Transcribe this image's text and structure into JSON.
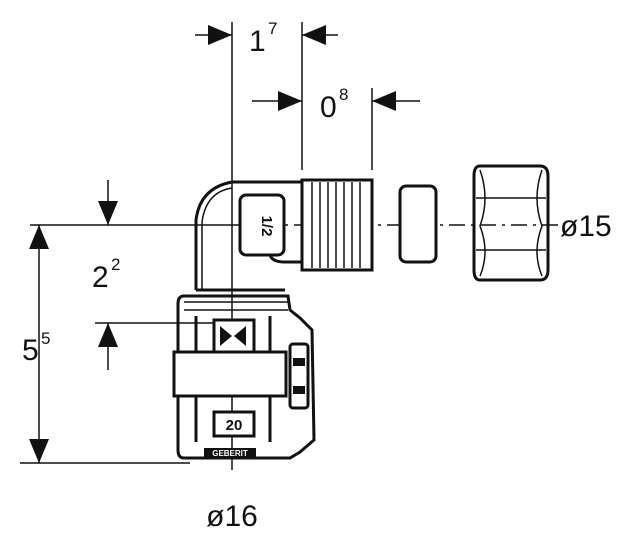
{
  "dimensions": {
    "top_width": {
      "base": "1",
      "sup": "7"
    },
    "thread_length": {
      "base": "0",
      "sup": "8"
    },
    "upper_offset": {
      "base": "2",
      "sup": "2"
    },
    "total_height": {
      "base": "5",
      "sup": "5"
    }
  },
  "diameters": {
    "nut": "ø15",
    "pipe": "ø16"
  },
  "fitting_labels": {
    "size_top": "1/2",
    "size_bottom": "20",
    "brand": "GEBERIT"
  },
  "colors": {
    "line": "#111111",
    "background": "#ffffff"
  }
}
